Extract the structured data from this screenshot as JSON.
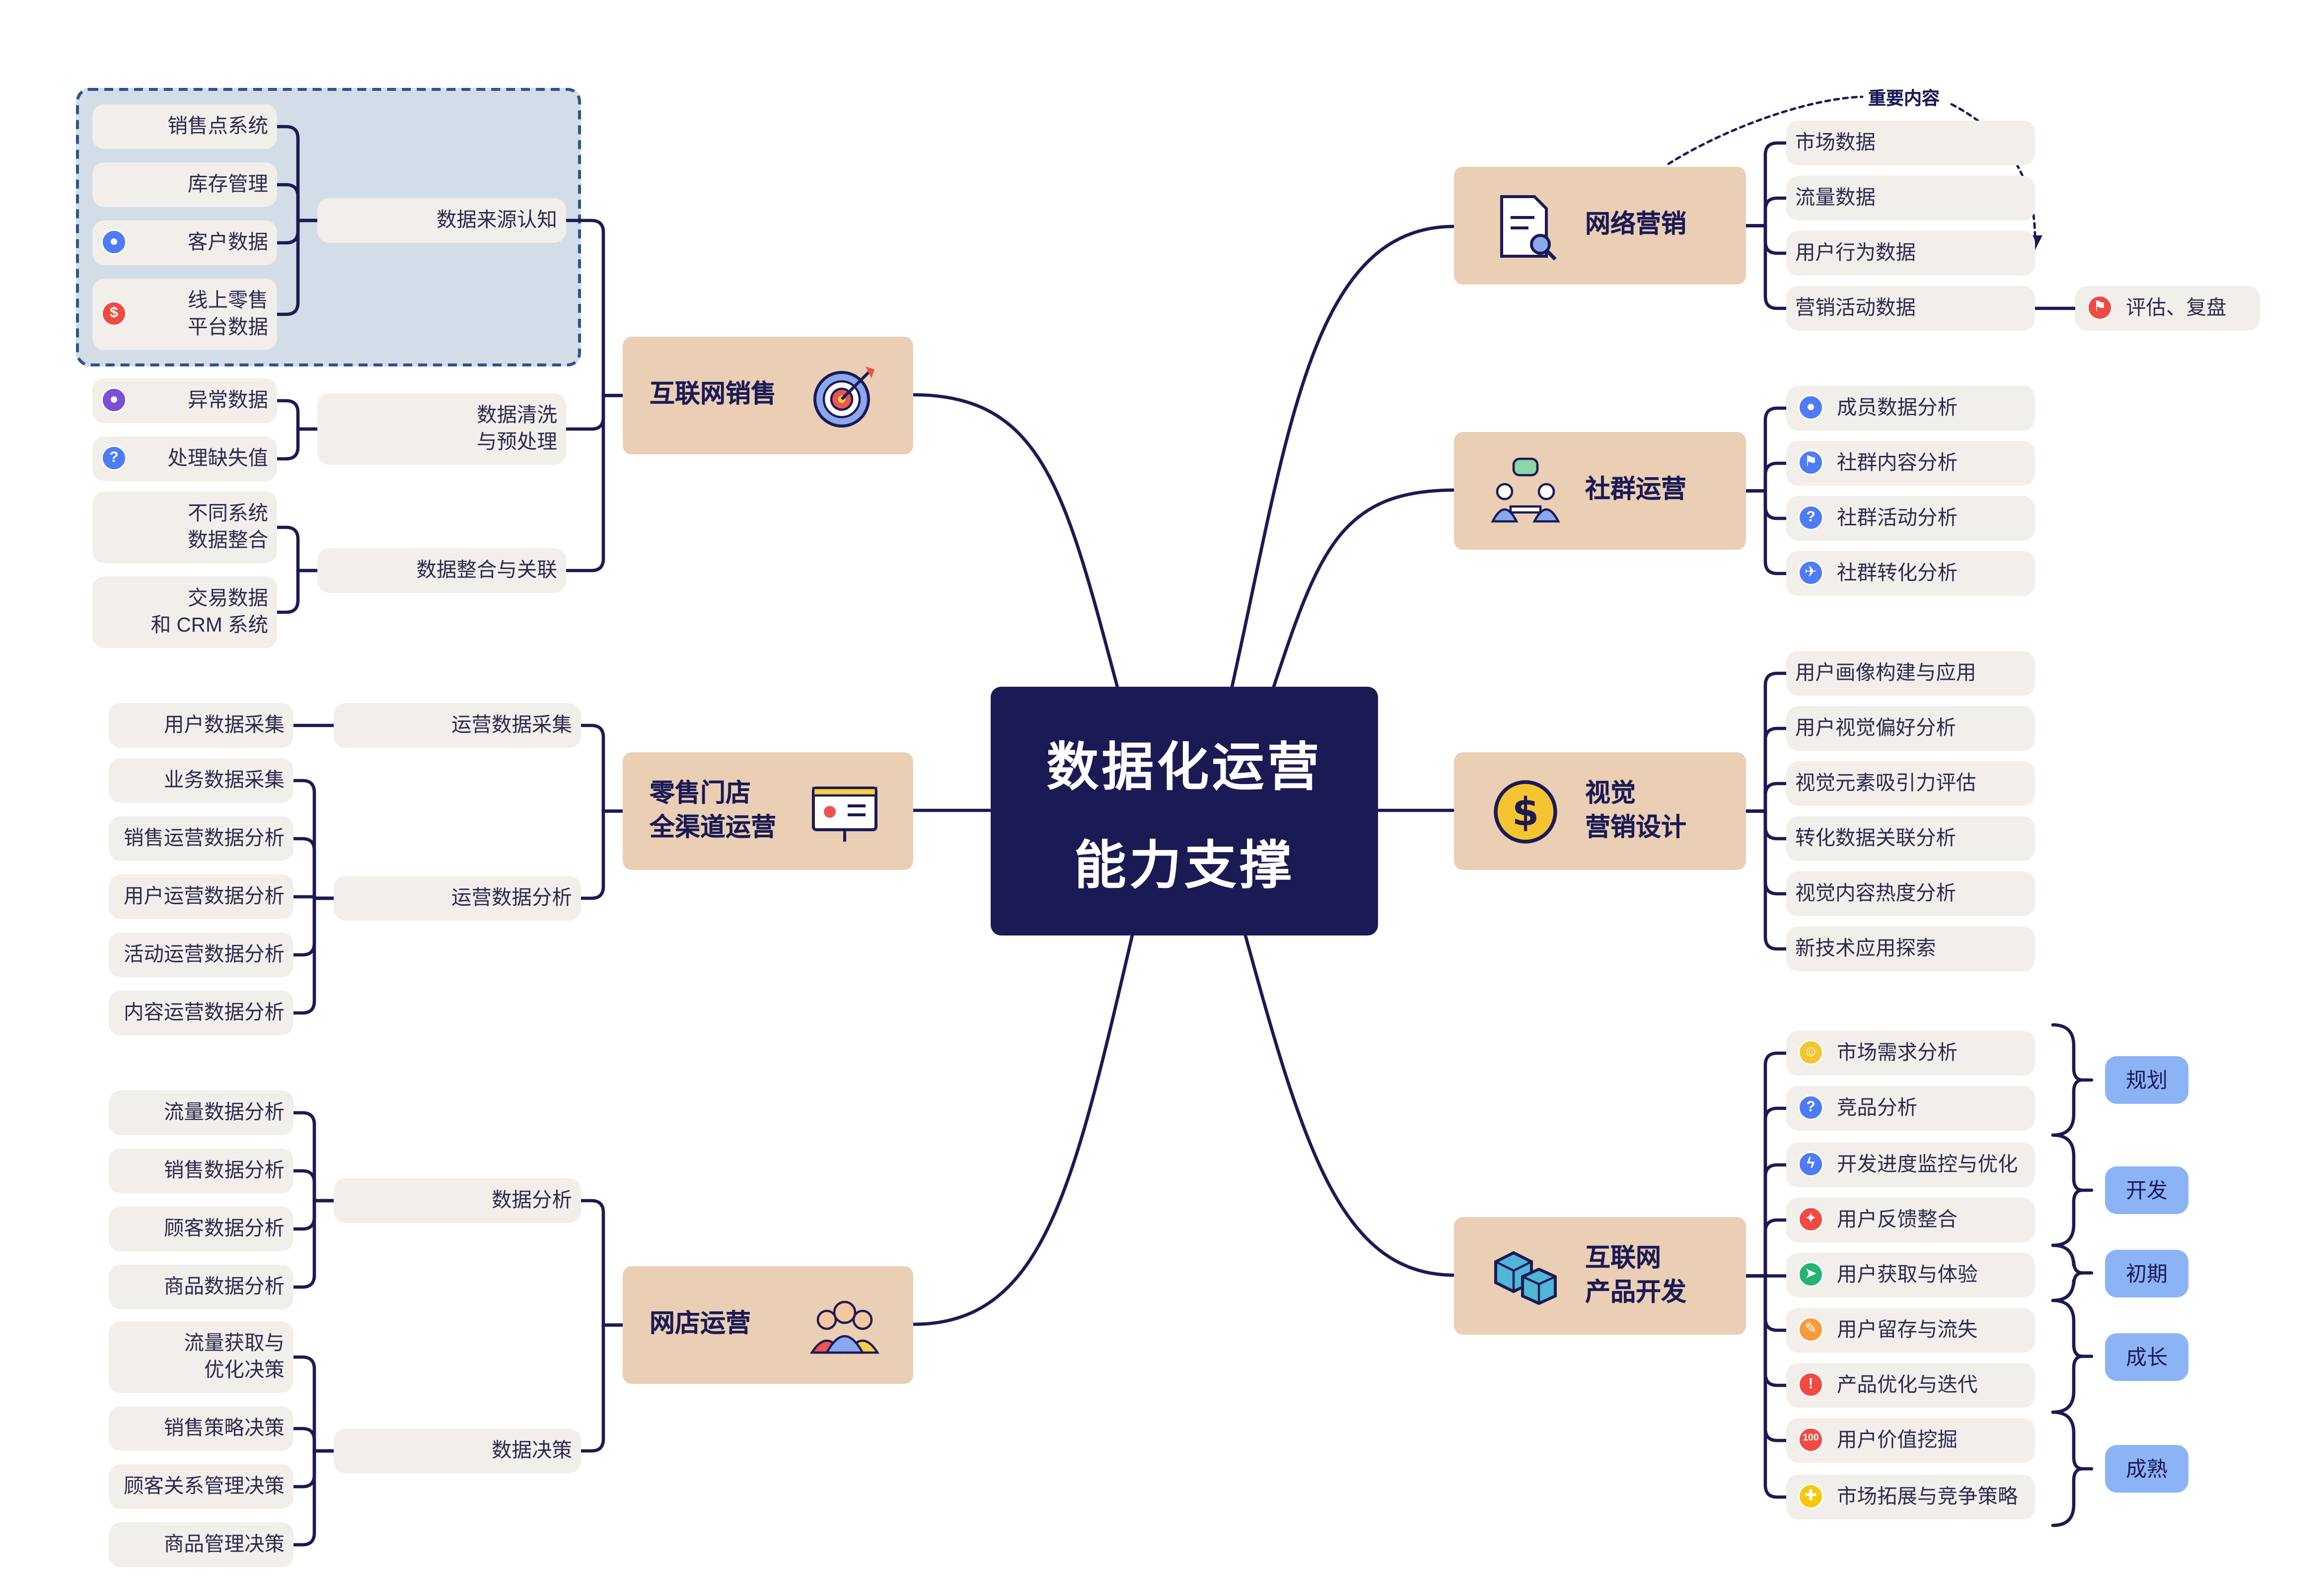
{
  "center": {
    "line1": "数据化运营",
    "line2": "能力支撑"
  },
  "annotation": "重要内容",
  "colors": {
    "navy": "#1b1a55",
    "topic": "#eacfb5",
    "leaf": "#f2eeea",
    "tag": "#8db3f7",
    "boundary": "#d3dde7",
    "boundary_border": "#2a5590"
  },
  "left": [
    {
      "title": "互联网销售",
      "icon": "target-icon",
      "subs": [
        {
          "label": "数据来源认知",
          "leaves": [
            {
              "label": "销售点系统"
            },
            {
              "label": "库存管理"
            },
            {
              "label": "客户数据",
              "icon": "user-icon"
            },
            {
              "label": "线上零售\n平台数据",
              "icon": "dollar-icon"
            }
          ]
        },
        {
          "label": "数据清洗\n与预处理",
          "leaves": [
            {
              "label": "异常数据",
              "icon": "user-purple-icon"
            },
            {
              "label": "处理缺失值",
              "icon": "question-icon"
            }
          ]
        },
        {
          "label": "数据整合与关联",
          "leaves": [
            {
              "label": "不同系统\n数据整合"
            },
            {
              "label": "交易数据\n和 CRM 系统"
            }
          ]
        }
      ]
    },
    {
      "title": "零售门店\n全渠道运营",
      "icon": "presentation-board-icon",
      "subs": [
        {
          "label": "运营数据采集",
          "leaves": [
            {
              "label": "用户数据采集"
            }
          ]
        },
        {
          "label": "运营数据分析",
          "leaves": [
            {
              "label": "业务数据采集"
            },
            {
              "label": "销售运营数据分析"
            },
            {
              "label": "用户运营数据分析"
            },
            {
              "label": "活动运营数据分析"
            },
            {
              "label": "内容运营数据分析"
            }
          ]
        }
      ]
    },
    {
      "title": "网店运营",
      "icon": "team-icon",
      "subs": [
        {
          "label": "数据分析",
          "leaves": [
            {
              "label": "流量数据分析"
            },
            {
              "label": "销售数据分析"
            },
            {
              "label": "顾客数据分析"
            },
            {
              "label": "商品数据分析"
            }
          ]
        },
        {
          "label": "数据决策",
          "leaves": [
            {
              "label": "流量获取与\n优化决策"
            },
            {
              "label": "销售策略决策"
            },
            {
              "label": "顾客关系管理决策"
            },
            {
              "label": "商品管理决策"
            }
          ]
        }
      ]
    }
  ],
  "right": [
    {
      "title": "网络营销",
      "icon": "document-search-icon",
      "leaves": [
        {
          "label": "市场数据"
        },
        {
          "label": "流量数据"
        },
        {
          "label": "用户行为数据"
        },
        {
          "label": "营销活动数据",
          "child": {
            "label": "评估、复盘",
            "icon": "flag-red-icon"
          }
        }
      ]
    },
    {
      "title": "社群运营",
      "icon": "community-chat-icon",
      "leaves": [
        {
          "label": "成员数据分析",
          "icon": "user-icon"
        },
        {
          "label": "社群内容分析",
          "icon": "flag-icon"
        },
        {
          "label": "社群活动分析",
          "icon": "question-icon"
        },
        {
          "label": "社群转化分析",
          "icon": "plane-icon"
        }
      ]
    },
    {
      "title": "视觉\n营销设计",
      "icon": "dollar-coin-icon",
      "leaves": [
        {
          "label": "用户画像构建与应用"
        },
        {
          "label": "用户视觉偏好分析"
        },
        {
          "label": "视觉元素吸引力评估"
        },
        {
          "label": "转化数据关联分析"
        },
        {
          "label": "视觉内容热度分析"
        },
        {
          "label": "新技术应用探索"
        }
      ]
    },
    {
      "title": "互联网\n产品开发",
      "icon": "cubes-icon",
      "leaves": [
        {
          "label": "市场需求分析",
          "icon": "smiley-icon"
        },
        {
          "label": "竞品分析",
          "icon": "question-icon"
        },
        {
          "label": "开发进度监控与优化",
          "icon": "lightning-icon"
        },
        {
          "label": "用户反馈整合",
          "icon": "pin-icon"
        },
        {
          "label": "用户获取与体验",
          "icon": "runner-icon"
        },
        {
          "label": "用户留存与流失",
          "icon": "pencil-icon"
        },
        {
          "label": "产品优化与迭代",
          "icon": "exclamation-icon"
        },
        {
          "label": "用户价值挖掘",
          "icon": "hundred-icon"
        },
        {
          "label": "市场拓展与竞争策略",
          "icon": "gamepad-icon"
        }
      ],
      "stages": [
        "规划",
        "开发",
        "初期",
        "成长",
        "成熟"
      ]
    }
  ]
}
